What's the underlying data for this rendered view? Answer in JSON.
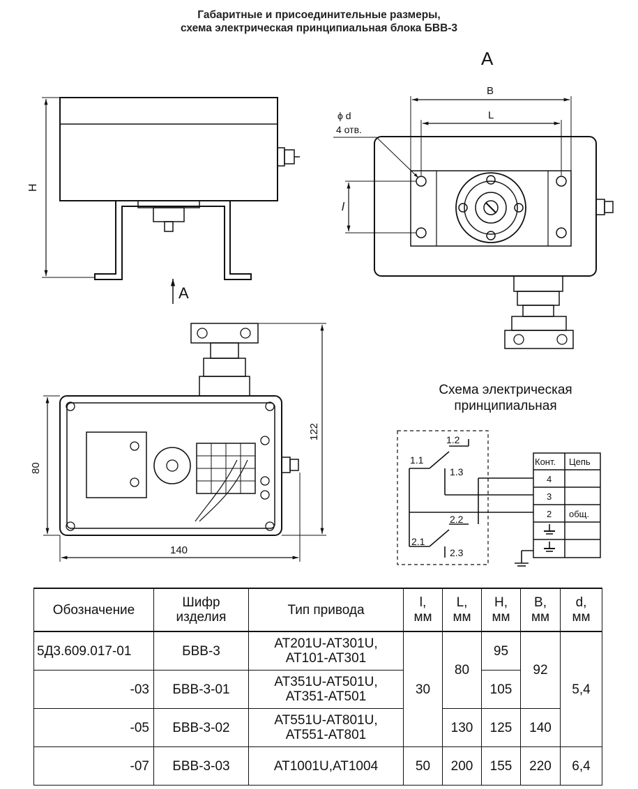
{
  "title": {
    "line1": "Габаритные и присоединительные размеры,",
    "line2": "схема электрическая принципиальная блока БВВ-3"
  },
  "view_labels": {
    "view_a_top": "A",
    "view_a_arrow": "A"
  },
  "dimensions": {
    "H": "H",
    "B": "B",
    "L": "L",
    "l": "l",
    "phi_d": "ϕ d",
    "holes": "4 отв.",
    "d122": "122",
    "d80": "80",
    "d140": "140"
  },
  "schema": {
    "caption_line1": "Схема электрическая",
    "caption_line2": "принципиальная",
    "contacts": [
      "1.2",
      "1.1",
      "1.3",
      "2.2",
      "2.1",
      "2.3"
    ],
    "table_headers": [
      "Конт.",
      "Цепь"
    ],
    "table_rows": [
      {
        "kont": "4",
        "circuit": ""
      },
      {
        "kont": "3",
        "circuit": ""
      },
      {
        "kont": "2",
        "circuit": "общ."
      },
      {
        "kont": "ground",
        "circuit": ""
      },
      {
        "kont": "ground",
        "circuit": ""
      }
    ]
  },
  "spec_table": {
    "headers": {
      "designation": "Обозначение",
      "code": "Шифр изделия",
      "drive": "Тип привода",
      "l": "l,",
      "L": "L,",
      "H": "H,",
      "B": "B,",
      "d": "d,",
      "unit": "мм"
    },
    "rows": [
      {
        "designation": "5Д3.609.017-01",
        "code": "БВВ-3",
        "drive_1": "AT201U-AT301U,",
        "drive_2": "AT101-AT301"
      },
      {
        "designation": "-03",
        "code": "БВВ-3-01",
        "drive_1": "AT351U-AT501U,",
        "drive_2": "AT351-AT501"
      },
      {
        "designation": "-05",
        "code": "БВВ-3-02",
        "drive_1": "AT551U-AT801U,",
        "drive_2": "AT551-AT801"
      },
      {
        "designation": "-07",
        "code": "БВВ-3-03",
        "drive_1": "AT1001U,AT1004",
        "drive_2": ""
      }
    ],
    "values": {
      "l_rows_1_3": "30",
      "l_row_4": "50",
      "L_rows_1_2": "80",
      "L_row_3": "130",
      "L_row_4": "200",
      "H_row_1": "95",
      "H_row_2": "105",
      "H_row_3": "125",
      "H_row_4": "155",
      "B_rows_1_2": "92",
      "B_row_3": "140",
      "B_row_4": "220",
      "d_rows_1_3": "5,4",
      "d_row_4": "6,4"
    }
  }
}
